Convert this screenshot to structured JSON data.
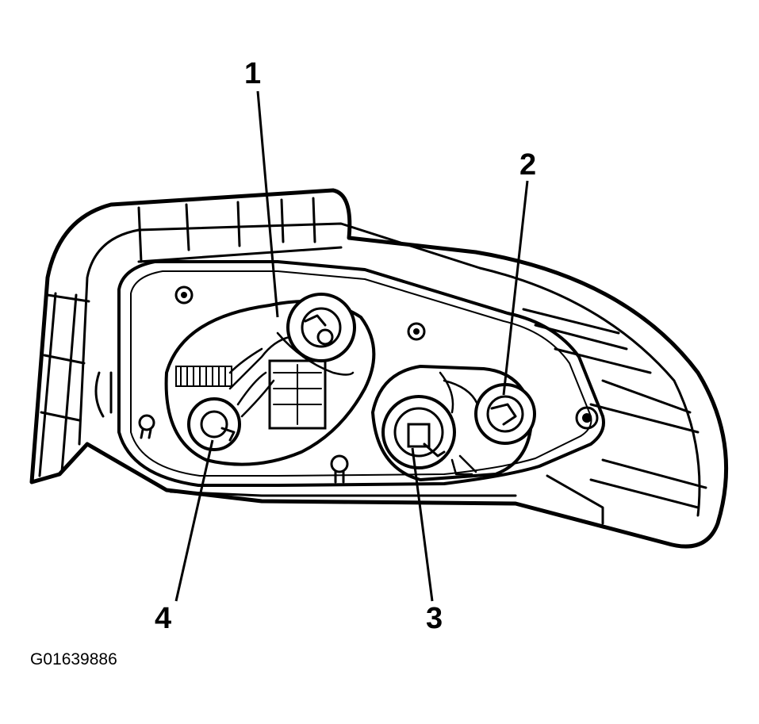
{
  "callouts": [
    {
      "id": "1",
      "label": "1"
    },
    {
      "id": "2",
      "label": "2"
    },
    {
      "id": "3",
      "label": "3"
    },
    {
      "id": "4",
      "label": "4"
    }
  ],
  "figure_id": "G01639886",
  "colors": {
    "ink": "#000000",
    "paper": "#ffffff"
  }
}
